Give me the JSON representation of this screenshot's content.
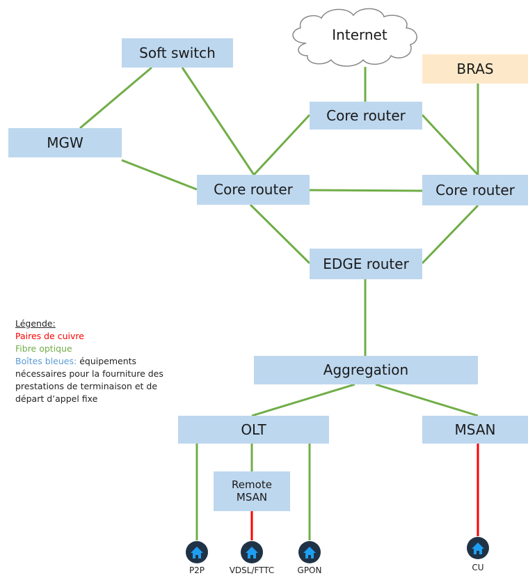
{
  "nodes": {
    "soft_switch": "Soft switch",
    "internet": "Internet",
    "bras": "BRAS",
    "core_router_top": "Core router",
    "mgw": "MGW",
    "core_router_left": "Core router",
    "core_router_right": "Core router",
    "edge_router": "EDGE router",
    "aggregation": "Aggregation",
    "olt": "OLT",
    "msan": "MSAN",
    "remote_msan_line1": "Remote",
    "remote_msan_line2": "MSAN"
  },
  "endpoints": {
    "p2p": "P2P",
    "vdsl": "VDSL/FTTC",
    "gpon": "GPON",
    "cu": "CU"
  },
  "legend": {
    "title": "Légende:",
    "copper": "Paires de cuivre",
    "fiber": "Fibre optique",
    "blue_boxes_label": "Boîtes bleues:",
    "blue_boxes_text": " équipements nécessaires pour la fourniture des prestations de terminaison et de départ d’appel fixe"
  },
  "colors": {
    "fiber_line": "#70ad47",
    "copper_line": "#ff0000",
    "box_fill": "#bdd7ee",
    "bras_fill": "#fde9c9",
    "endpoint_icon": "house-icon"
  }
}
